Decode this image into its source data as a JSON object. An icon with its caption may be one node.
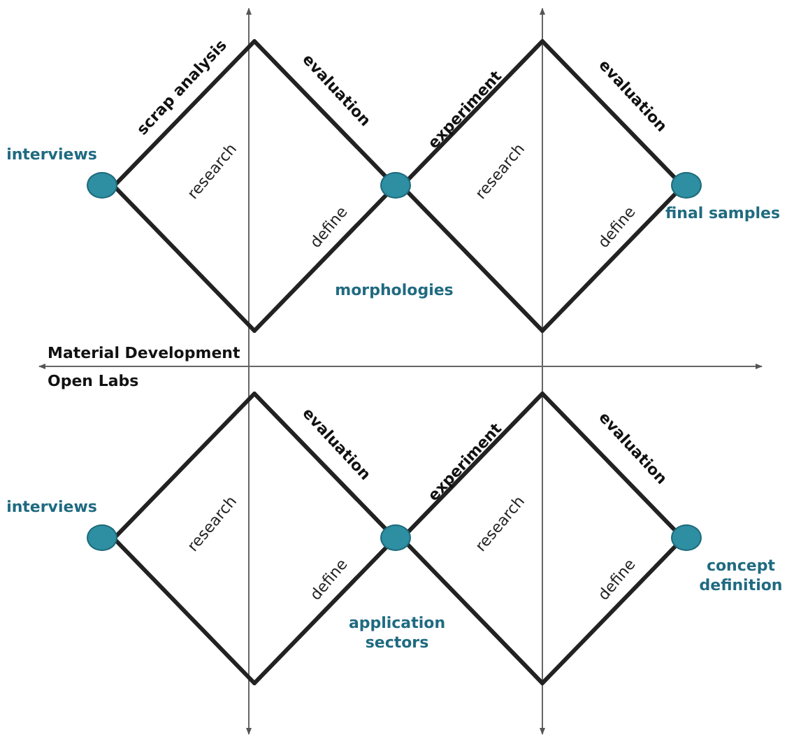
{
  "diagram": {
    "nodes": [
      {
        "text": [],
        "shape": "circle",
        "beside": [
          "interviews"
        ]
      },
      {
        "text": [
          "research",
          "define"
        ]
      },
      {
        "text": [],
        "shape": "circle"
      },
      {
        "text": [
          "research",
          "define"
        ]
      },
      {
        "text": [],
        "shape": "circle",
        "beside": [
          "final samples"
        ]
      },
      {
        "text": [],
        "shape": "circle",
        "beside": [
          "interviews"
        ]
      },
      {
        "text": [
          "research",
          "define"
        ]
      },
      {
        "text": [],
        "shape": "circle"
      },
      {
        "text": [
          "research",
          "define"
        ]
      },
      {
        "text": [],
        "shape": "circle",
        "beside": [
          "concept definition"
        ]
      }
    ],
    "edges": [],
    "labels": [
      "scrap analysis",
      "evaluation",
      "experiment",
      "evaluation",
      "morphologies",
      "Material Development",
      "Open Labs",
      "evaluation",
      "experiment",
      "evaluation",
      "application sectors"
    ]
  }
}
